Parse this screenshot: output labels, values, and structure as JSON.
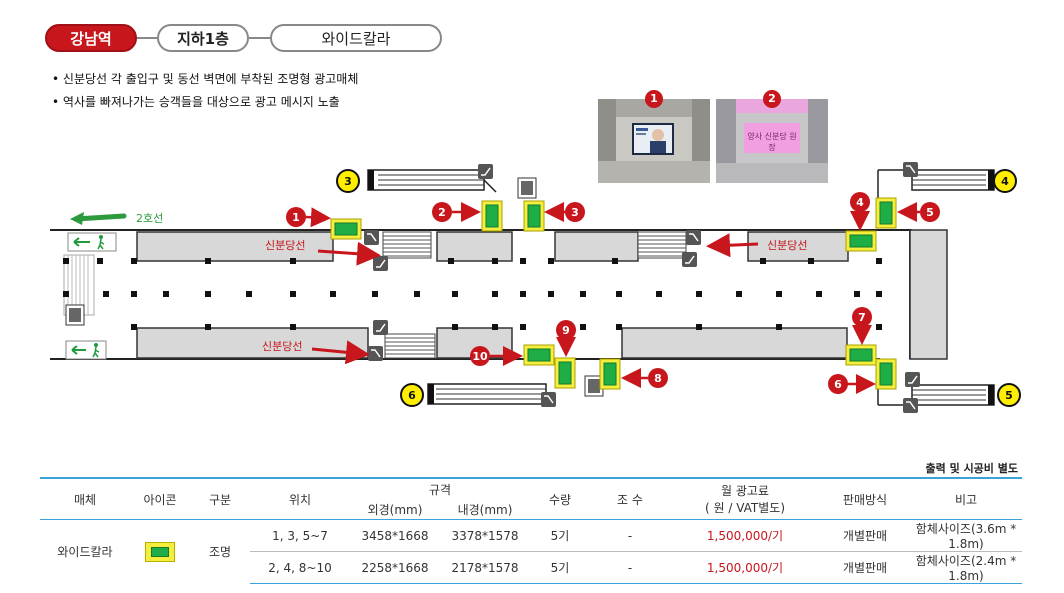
{
  "header": {
    "station": "강남역",
    "floor": "지하1층",
    "media": "와이드칼라"
  },
  "bullets": [
    "신분당선 각 출입구 및 동선 벽면에 부착된 조명형 광고매체",
    "역사를 빠져나가는 승객들을 대상으로 광고 메시지 노출"
  ],
  "photos": [
    {
      "number": "1",
      "screen_text": ""
    },
    {
      "number": "2",
      "screen_text": "양사 신분당 원장"
    }
  ],
  "map": {
    "line2_label": "2호선",
    "sinbundang_label": "신분당선",
    "exits": [
      "3",
      "4",
      "5",
      "6"
    ],
    "markers": [
      "1",
      "2",
      "3",
      "4",
      "5",
      "6",
      "7",
      "8",
      "9",
      "10"
    ],
    "colors": {
      "marker": "#c8161d",
      "ad_fill": "#1fad45",
      "ad_border": "#f5ee3c",
      "exit_badge": "#ffee00",
      "exit_arrow": "#1f9a3c"
    }
  },
  "note": "출력 및 시공비 별도",
  "table": {
    "headers": {
      "media": "매체",
      "icon": "아이콘",
      "type": "구분",
      "location": "위치",
      "spec": "규격",
      "outer": "외경(mm)",
      "inner": "내경(mm)",
      "qty": "수량",
      "tides": "조 수",
      "price": "월 광고료",
      "price_sub": "( 원 / VAT별도)",
      "sale": "판매방식",
      "remark": "비고"
    },
    "media_name": "와이드칼라",
    "icon_name": "wide-color-icon",
    "type_value": "조명",
    "rows": [
      {
        "location": "1, 3, 5~7",
        "outer": "3458*1668",
        "inner": "3378*1578",
        "qty": "5기",
        "tides": "-",
        "price": "1,500,000/기",
        "sale": "개별판매",
        "remark": "함체사이즈(3.6m * 1.8m)"
      },
      {
        "location": "2, 4, 8~10",
        "outer": "2258*1668",
        "inner": "2178*1578",
        "qty": "5기",
        "tides": "-",
        "price": "1,500,000/기",
        "sale": "개별판매",
        "remark": "함체사이즈(2.4m * 1.8m)"
      }
    ]
  }
}
